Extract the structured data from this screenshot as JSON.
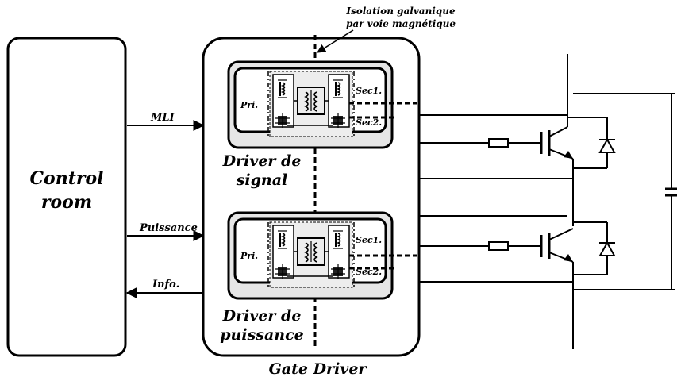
{
  "control_room": {
    "line1": "Control",
    "line2": "room"
  },
  "gate_driver": {
    "title": "Gate Driver"
  },
  "isolation_note": {
    "line1": "Isolation galvanique",
    "line2": "par voie magnétique"
  },
  "signals": {
    "mli": "MLI",
    "puissance": "Puissance",
    "info": "Info."
  },
  "driver_signal": {
    "line1": "Driver de",
    "line2": "signal",
    "pri": "Pri.",
    "sec1": "Sec1.",
    "sec2": "Sec2."
  },
  "driver_power": {
    "line1": "Driver de",
    "line2": "puissance",
    "pri": "Pri.",
    "sec1": "Sec1.",
    "sec2": "Sec2."
  }
}
